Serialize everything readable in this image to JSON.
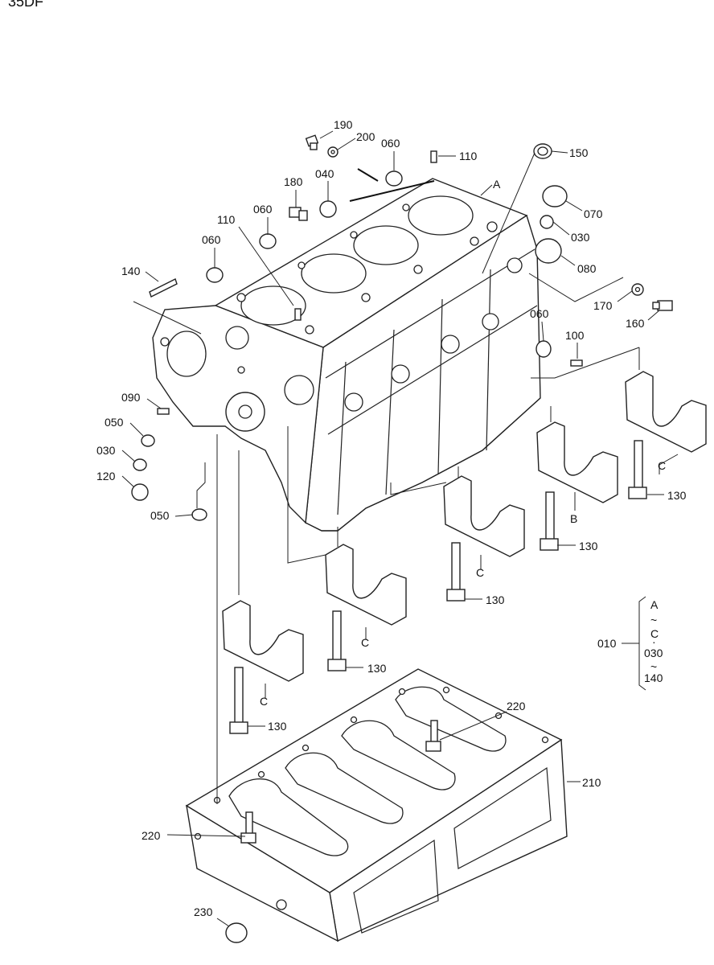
{
  "model_code": "35DF",
  "callouts": {
    "p190": "190",
    "p200": "200",
    "p060a": "060",
    "p110a": "110",
    "p150": "150",
    "pA": "A",
    "p180": "180",
    "p040": "040",
    "p070": "070",
    "p030a": "030",
    "p110b": "110",
    "p060b": "060",
    "p060c": "060",
    "p080": "080",
    "p140": "140",
    "p170": "170",
    "p160": "160",
    "p060d": "060",
    "p100": "100",
    "p090": "090",
    "p050a": "050",
    "p030b": "030",
    "p120": "120",
    "p050b": "050",
    "pC1": "C",
    "p130a": "130",
    "pB": "B",
    "p130b": "130",
    "pC2": "C",
    "p130c": "130",
    "pC3": "C",
    "p130d": "130",
    "pC4": "C",
    "p130e": "130",
    "p220a": "220",
    "p210": "210",
    "p220b": "220",
    "p230": "230"
  },
  "assembly_key": {
    "ref": "010",
    "items": [
      "A",
      "~",
      "C",
      "·",
      "030",
      "~",
      "140"
    ]
  }
}
